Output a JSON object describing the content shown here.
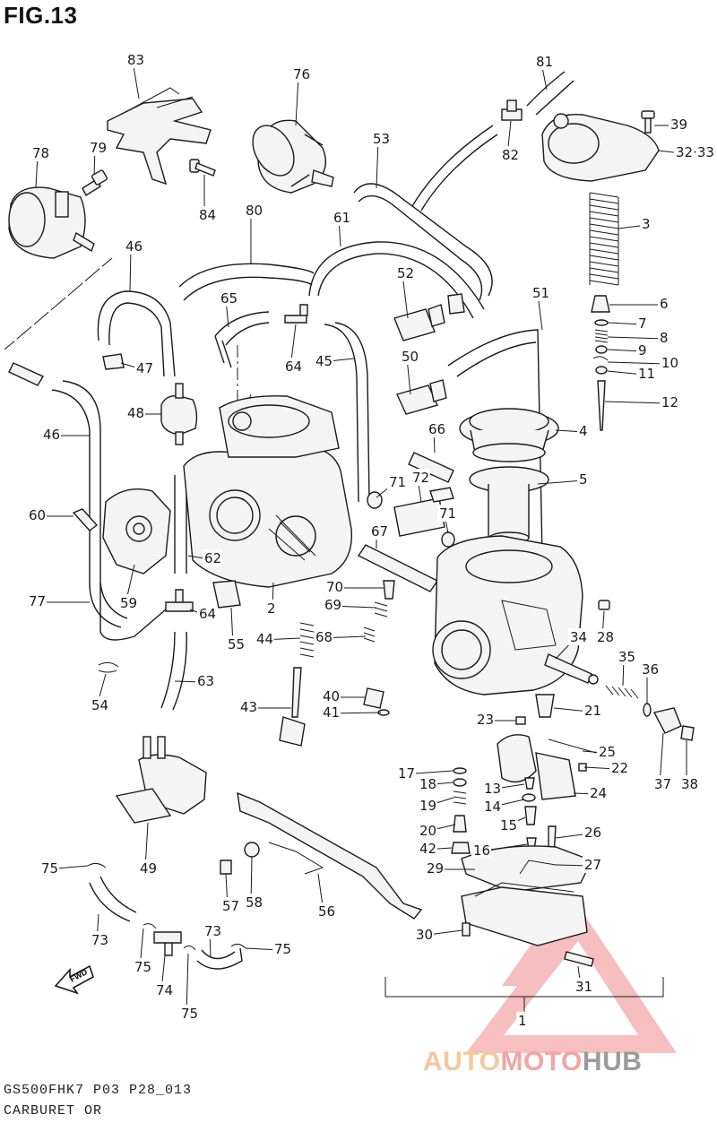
{
  "figure": {
    "title": "FIG.13"
  },
  "footer": {
    "model_code": "GS500FHK7 P03 P28_013",
    "section": "CARBURET OR"
  },
  "watermark": {
    "word_a": "AUTO",
    "word_b": "MOTO",
    "word_c": "HUB",
    "colors": {
      "auto": "#f6c79a",
      "moto": "#f3a3a3",
      "hub": "#9a9a9a",
      "triangle": "#f08a8a"
    }
  },
  "callouts": [
    {
      "id": "c83",
      "label": "83"
    },
    {
      "id": "c76",
      "label": "76"
    },
    {
      "id": "c81",
      "label": "81"
    },
    {
      "id": "c78",
      "label": "78"
    },
    {
      "id": "c79",
      "label": "79"
    },
    {
      "id": "c84",
      "label": "84"
    },
    {
      "id": "c53",
      "label": "53"
    },
    {
      "id": "c82",
      "label": "82"
    },
    {
      "id": "c39",
      "label": "39"
    },
    {
      "id": "c3233",
      "label": "32·33"
    },
    {
      "id": "c80",
      "label": "80"
    },
    {
      "id": "c61",
      "label": "61"
    },
    {
      "id": "c3",
      "label": "3"
    },
    {
      "id": "c46a",
      "label": "46"
    },
    {
      "id": "c52",
      "label": "52"
    },
    {
      "id": "c65",
      "label": "65"
    },
    {
      "id": "c51",
      "label": "51"
    },
    {
      "id": "c6",
      "label": "6"
    },
    {
      "id": "c7",
      "label": "7"
    },
    {
      "id": "c8",
      "label": "8"
    },
    {
      "id": "c9",
      "label": "9"
    },
    {
      "id": "c10",
      "label": "10"
    },
    {
      "id": "c11",
      "label": "11"
    },
    {
      "id": "c47",
      "label": "47"
    },
    {
      "id": "c64a",
      "label": "64"
    },
    {
      "id": "c45",
      "label": "45"
    },
    {
      "id": "c50",
      "label": "50"
    },
    {
      "id": "c12",
      "label": "12"
    },
    {
      "id": "c48",
      "label": "48"
    },
    {
      "id": "c4",
      "label": "4"
    },
    {
      "id": "c46b",
      "label": "46"
    },
    {
      "id": "c66",
      "label": "66"
    },
    {
      "id": "c71a",
      "label": "71"
    },
    {
      "id": "c72",
      "label": "72"
    },
    {
      "id": "c5",
      "label": "5"
    },
    {
      "id": "c60",
      "label": "60"
    },
    {
      "id": "c71b",
      "label": "71"
    },
    {
      "id": "c67",
      "label": "67"
    },
    {
      "id": "c62",
      "label": "62"
    },
    {
      "id": "c77",
      "label": "77"
    },
    {
      "id": "c59",
      "label": "59"
    },
    {
      "id": "c70",
      "label": "70"
    },
    {
      "id": "c64b",
      "label": "64"
    },
    {
      "id": "c2",
      "label": "2"
    },
    {
      "id": "c69",
      "label": "69"
    },
    {
      "id": "c55",
      "label": "55"
    },
    {
      "id": "c44",
      "label": "44"
    },
    {
      "id": "c68",
      "label": "68"
    },
    {
      "id": "c34",
      "label": "34"
    },
    {
      "id": "c28",
      "label": "28"
    },
    {
      "id": "c35",
      "label": "35"
    },
    {
      "id": "c36",
      "label": "36"
    },
    {
      "id": "c63",
      "label": "63"
    },
    {
      "id": "c54",
      "label": "54"
    },
    {
      "id": "c40",
      "label": "40"
    },
    {
      "id": "c43",
      "label": "43"
    },
    {
      "id": "c41",
      "label": "41"
    },
    {
      "id": "c21",
      "label": "21"
    },
    {
      "id": "c23",
      "label": "23"
    },
    {
      "id": "c25",
      "label": "25"
    },
    {
      "id": "c22",
      "label": "22"
    },
    {
      "id": "c37",
      "label": "37"
    },
    {
      "id": "c38",
      "label": "38"
    },
    {
      "id": "c17",
      "label": "17"
    },
    {
      "id": "c13",
      "label": "13"
    },
    {
      "id": "c18",
      "label": "18"
    },
    {
      "id": "c24",
      "label": "24"
    },
    {
      "id": "c19",
      "label": "19"
    },
    {
      "id": "c14",
      "label": "14"
    },
    {
      "id": "c20",
      "label": "20"
    },
    {
      "id": "c15",
      "label": "15"
    },
    {
      "id": "c26",
      "label": "26"
    },
    {
      "id": "c42",
      "label": "42"
    },
    {
      "id": "c16",
      "label": "16"
    },
    {
      "id": "c29",
      "label": "29"
    },
    {
      "id": "c27",
      "label": "27"
    },
    {
      "id": "c49",
      "label": "49"
    },
    {
      "id": "c75a",
      "label": "75"
    },
    {
      "id": "c57",
      "label": "57"
    },
    {
      "id": "c58",
      "label": "58"
    },
    {
      "id": "c56",
      "label": "56"
    },
    {
      "id": "c30",
      "label": "30"
    },
    {
      "id": "c73a",
      "label": "73"
    },
    {
      "id": "c73b",
      "label": "73"
    },
    {
      "id": "c75b",
      "label": "75"
    },
    {
      "id": "c75c",
      "label": "75"
    },
    {
      "id": "c74",
      "label": "74"
    },
    {
      "id": "c31",
      "label": "31"
    },
    {
      "id": "c75d",
      "label": "75"
    },
    {
      "id": "c1",
      "label": "1"
    }
  ],
  "fwd_label": "FWD"
}
